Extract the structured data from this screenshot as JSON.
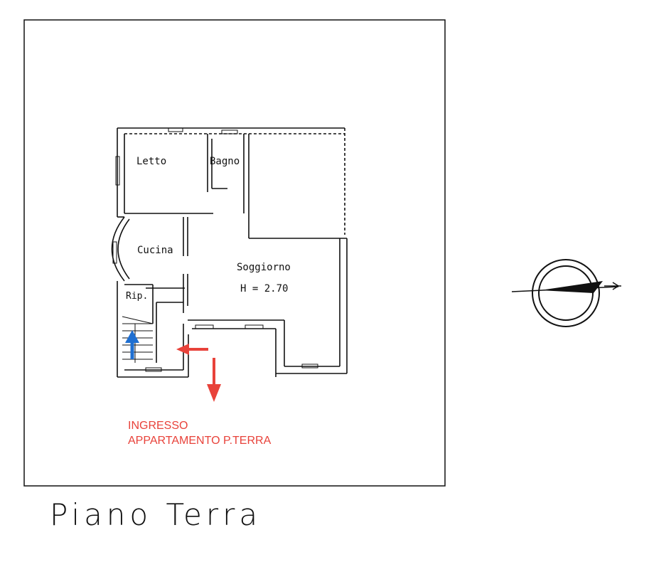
{
  "rooms": {
    "letto": "Letto",
    "bagno": "Bagno",
    "cucina": "Cucina",
    "soggiorno": "Soggiorno",
    "height": "H = 2.70",
    "ripostiglio": "Rip."
  },
  "entrance": {
    "line1": "INGRESSO",
    "line2": "APPARTAMENTO P.TERRA"
  },
  "title": "Piano Terra",
  "colors": {
    "line": "#111111",
    "entrance_arrow": "#e8423a",
    "stair_arrow": "#1f6fd1"
  },
  "icons": {
    "compass": "north-arrow-icon"
  }
}
